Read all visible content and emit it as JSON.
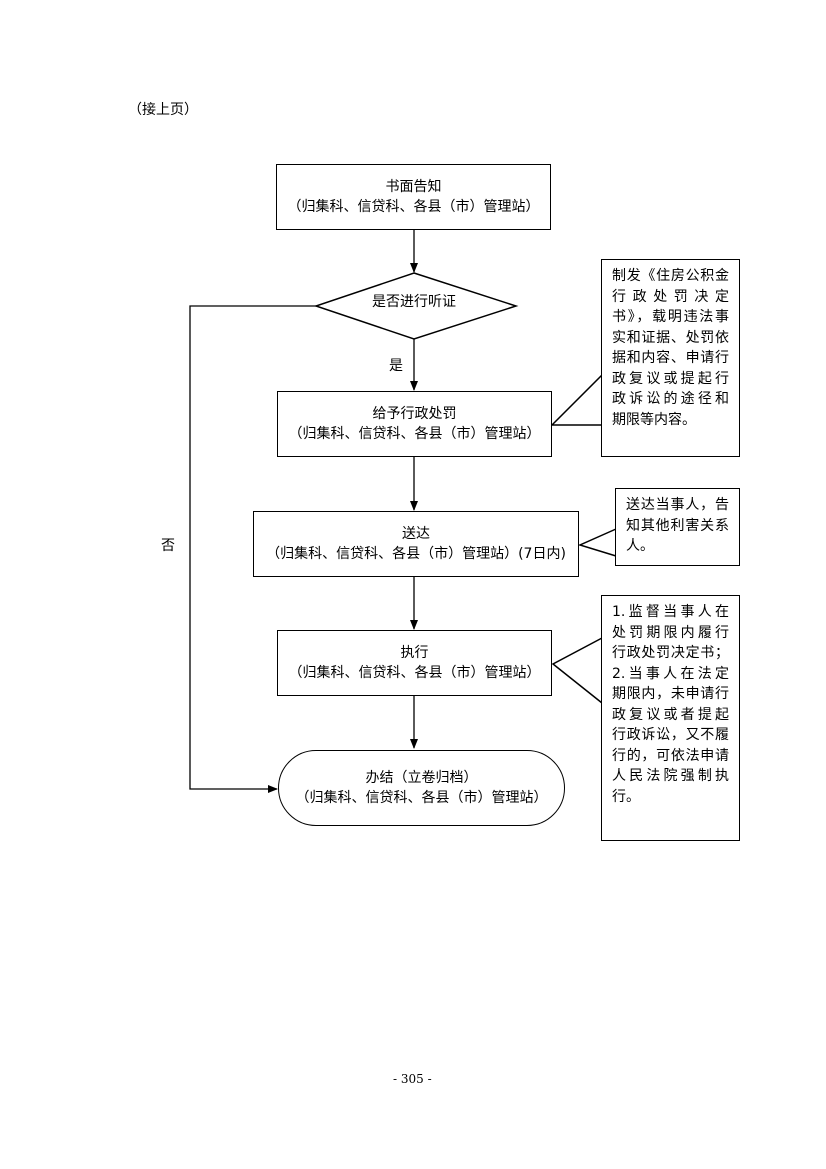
{
  "header": {
    "continued": "（接上页）"
  },
  "flow": {
    "notify": {
      "title": "书面告知",
      "dept": "（归集科、信贷科、各县（市）管理站）"
    },
    "decision": {
      "question": "是否进行听证",
      "yes": "是",
      "no": "否"
    },
    "penalty": {
      "title": "给予行政处罚",
      "dept": "（归集科、信贷科、各县（市）管理站）"
    },
    "deliver": {
      "title": "送达",
      "dept": "（归集科、信贷科、各县（市）管理站）(7日内)"
    },
    "execute": {
      "title": "执行",
      "dept": "（归集科、信贷科、各县（市）管理站）"
    },
    "close": {
      "title": "办结（立卷归档）",
      "dept": "（归集科、信贷科、各县（市）管理站）"
    }
  },
  "notes": {
    "penalty": [
      "制发《住房公积金",
      "行政处罚决定",
      "书》，载明违法事",
      "实和证据、处罚依",
      "据和内容、申请行",
      "政复议或提起行",
      "政诉讼的途径和",
      "期限等内容。"
    ],
    "deliver": [
      "送达当事人，告",
      "知其他利害关系",
      "人。"
    ],
    "execute": [
      "1.监督当事人在",
      "处罚期限内履行",
      "行政处罚决定书；",
      "2.当事人在法定",
      "期限内，未申请行",
      "政复议或者提起",
      "行政诉讼，又不履",
      "行的，可依法申请",
      "人民法院强制执",
      "行。"
    ]
  },
  "footer": {
    "page_number": "- 305 -"
  }
}
